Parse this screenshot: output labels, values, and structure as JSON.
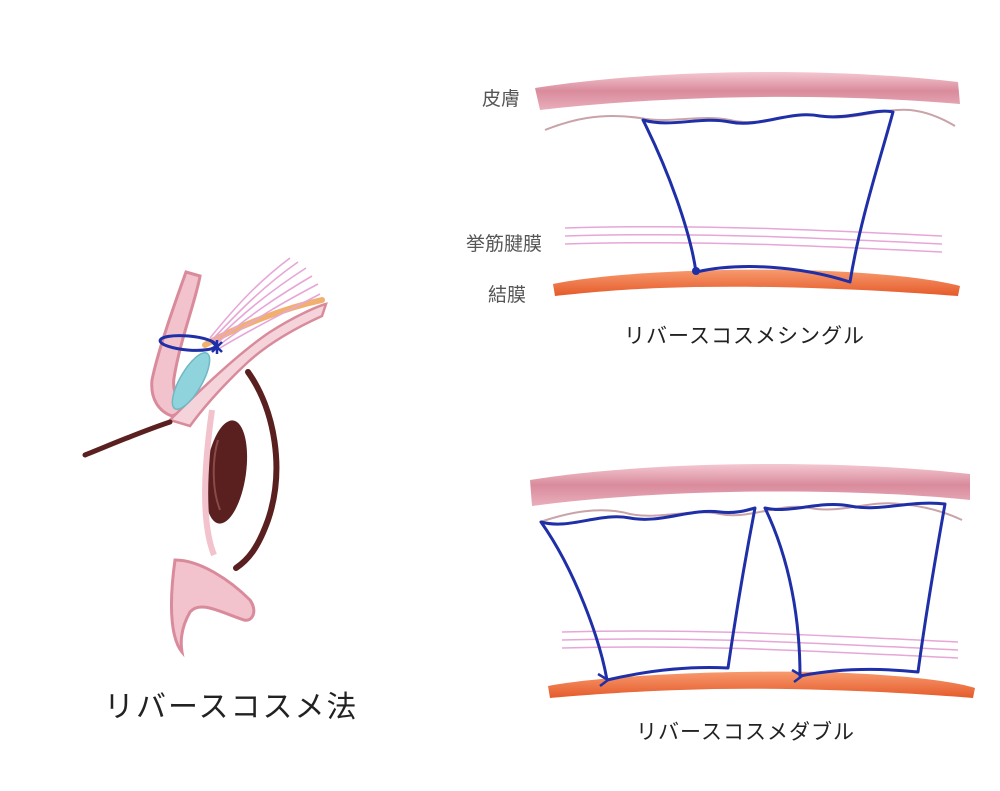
{
  "labels": {
    "skin": "皮膚",
    "levator": "挙筋腱膜",
    "conjunctiva": "結膜"
  },
  "captions": {
    "main": "リバースコスメ法",
    "single": "リバースコスメシングル",
    "double": "リバースコスメダブル"
  },
  "colors": {
    "skin": "#d98b9c",
    "tarsus_wave": "#c9a3a8",
    "levator": "#e7a6d6",
    "conjunctiva": "#ee6a38",
    "suture": "#1f2fa8",
    "eyeball": "#5a2020",
    "lens": "#8fd3dd",
    "tarsal_plate": "#f0b070"
  }
}
